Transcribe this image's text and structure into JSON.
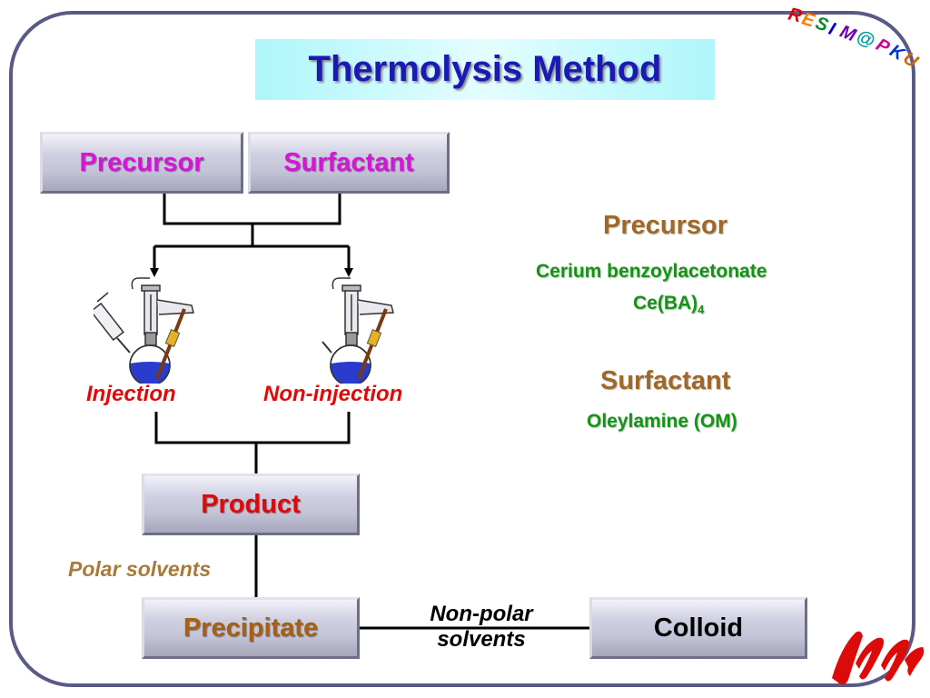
{
  "title": "Thermolysis Method",
  "boxes": {
    "precursor": "Precursor",
    "surfactant": "Surfactant",
    "product": "Product",
    "precipitate": "Precipitate",
    "colloid": "Colloid"
  },
  "labels": {
    "injection": "Injection",
    "non_injection": "Non-injection",
    "polar_solvents": "Polar solvents",
    "non_polar_line1": "Non-polar",
    "non_polar_line2": "solvents"
  },
  "side": {
    "precursor_heading": "Precursor",
    "precursor_name": "Cerium benzoylacetonate",
    "precursor_formula": "Ce(BA)",
    "precursor_formula_sub": "4",
    "surfactant_heading": "Surfactant",
    "surfactant_name": "Oleylamine (OM)"
  },
  "watermark": {
    "letters": [
      "R",
      "E",
      "S",
      "I",
      "M",
      "@",
      "P",
      "K",
      "U"
    ],
    "colors": [
      "#e00000",
      "#ff7a00",
      "#0a8a2a",
      "#0000cc",
      "#6a00aa",
      "#009999",
      "#cc0099",
      "#0033cc",
      "#cc6600"
    ]
  },
  "colors": {
    "title_text": "#1a1ab4",
    "frame": "#5a5a86",
    "magenta": "#d814d8",
    "red": "#dd0a0a",
    "brown": "#a86010",
    "green": "#129612",
    "flask_liquid": "#2a3ccc",
    "logo_red": "#dd0a0a"
  },
  "icons": [
    "reaction-flask-with-syringe-icon",
    "reaction-flask-icon",
    "pku-logo-icon"
  ]
}
